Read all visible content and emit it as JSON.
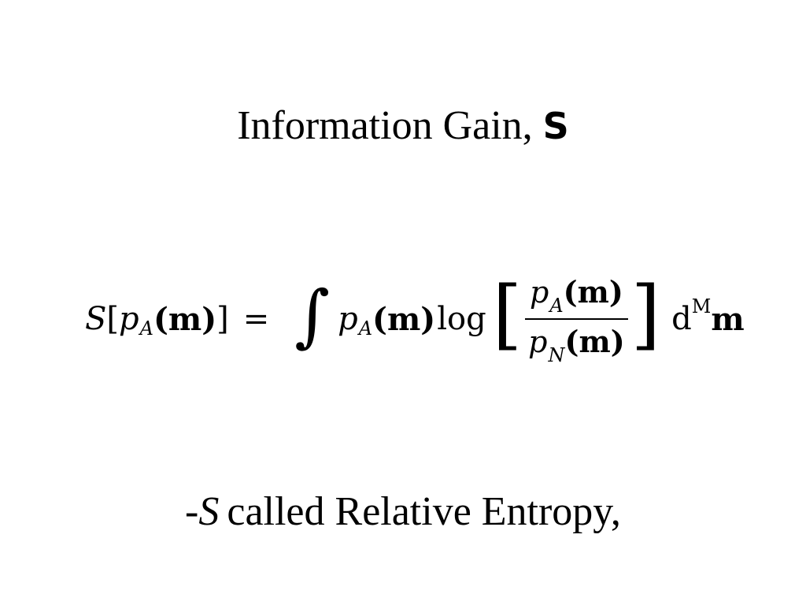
{
  "title": {
    "text": "Information Gain, ",
    "symbol": "S"
  },
  "formula": {
    "lhs_symbol": "S",
    "open_bracket": "[",
    "p": "p",
    "sub_A": "A",
    "sub_N": "N",
    "arg": "(m)",
    "close_bracket": "]",
    "equals": "=",
    "integral": "∫",
    "log": "log",
    "big_open": "[",
    "big_close": "]",
    "d": "d",
    "dim": "M",
    "m": "m"
  },
  "caption": {
    "prefix": "-",
    "symbol": "S",
    "text": "called Relative Entropy,"
  }
}
